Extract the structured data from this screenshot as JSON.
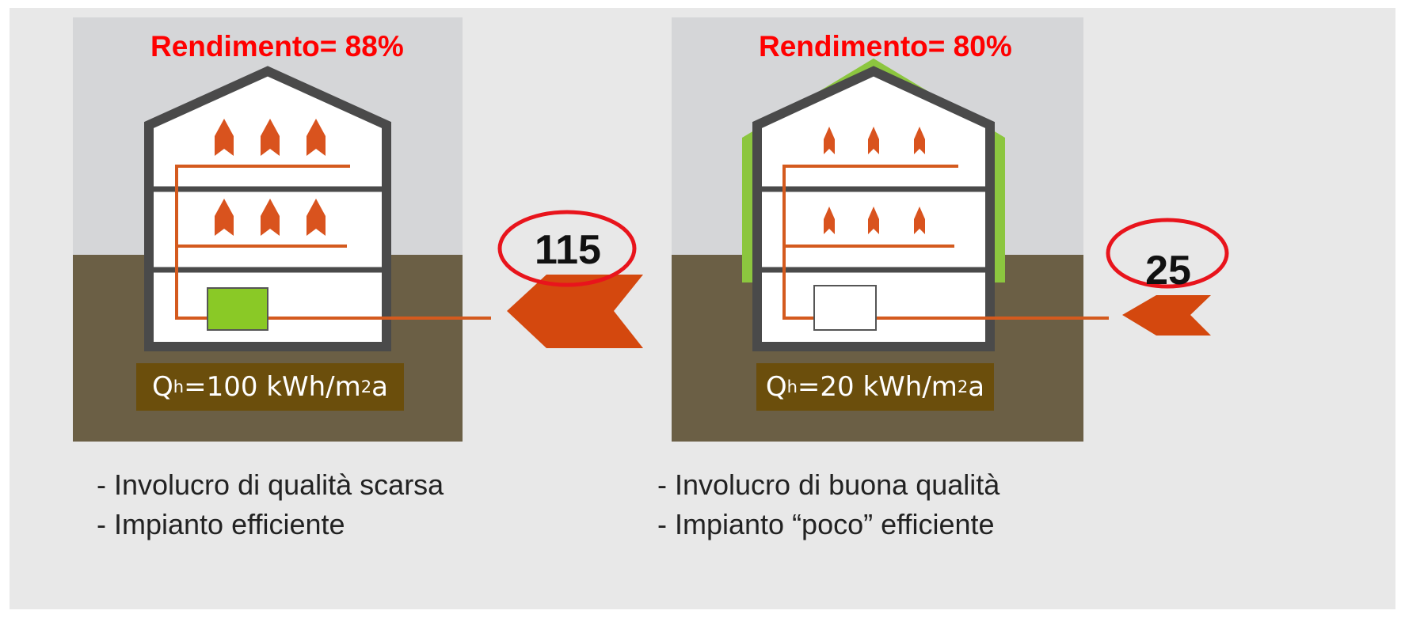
{
  "left": {
    "efficiency": "Rendimento= 88%",
    "energy_value": "115",
    "q_label": "Q",
    "q_sub": "h",
    "q_value": "=100 kWh/m",
    "q_sup": "2",
    "q_tail": "a",
    "desc_line1": "- Involucro di qualità scarsa",
    "desc_line2": "- Impianto efficiente",
    "boiler_color": "#8ac926"
  },
  "right": {
    "efficiency": "Rendimento= 80%",
    "energy_value": "25",
    "q_label": "Q",
    "q_sub": "h",
    "q_value": "=20 kWh/m",
    "q_sup": "2",
    "q_tail": "a",
    "desc_line1": "- Involucro di buona qualità",
    "desc_line2": "- Impianto “poco” efficiente",
    "boiler_color": "#ffffff",
    "insulation_color": "#8cc63f"
  },
  "colors": {
    "sky": "#d5d6d8",
    "ground": "#6b5f45",
    "house_outline": "#4a4a4a",
    "pipe": "#d45a1e",
    "highlight_ellipse": "#e8141c",
    "text_red": "#ff0000",
    "label_box": "#6b4e0c"
  }
}
